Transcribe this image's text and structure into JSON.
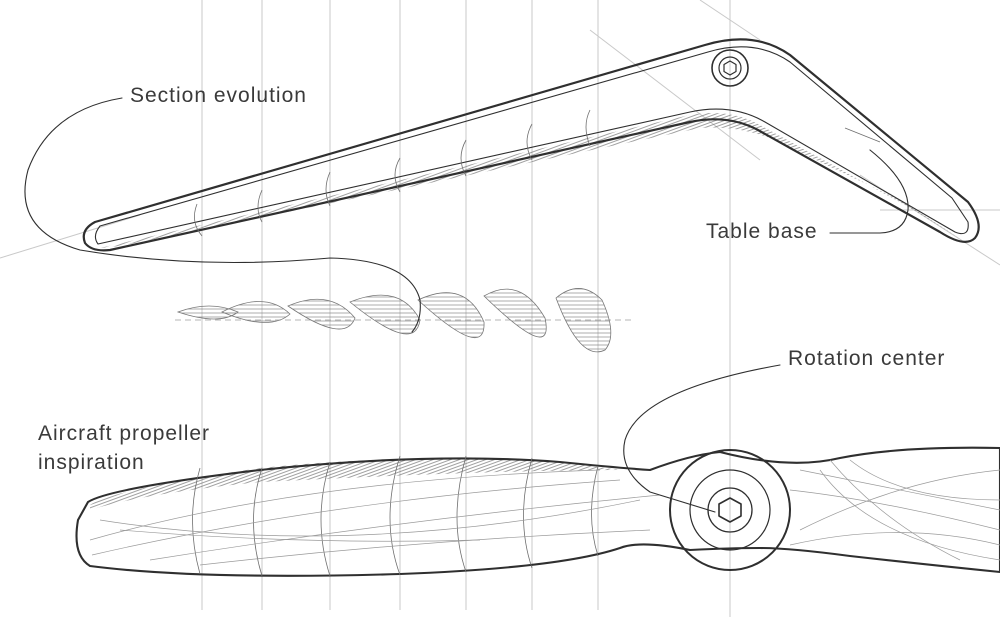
{
  "labels": {
    "section_evolution": "Section evolution",
    "table_base": "Table base",
    "rotation_center": "Rotation center",
    "propeller_line1": "Aircraft propeller",
    "propeller_line2": "inspiration"
  },
  "colors": {
    "ink": "#2f2f2f",
    "guide": "#c9c9c9",
    "hatch": "#8a8a8a",
    "background": "#ffffff"
  }
}
